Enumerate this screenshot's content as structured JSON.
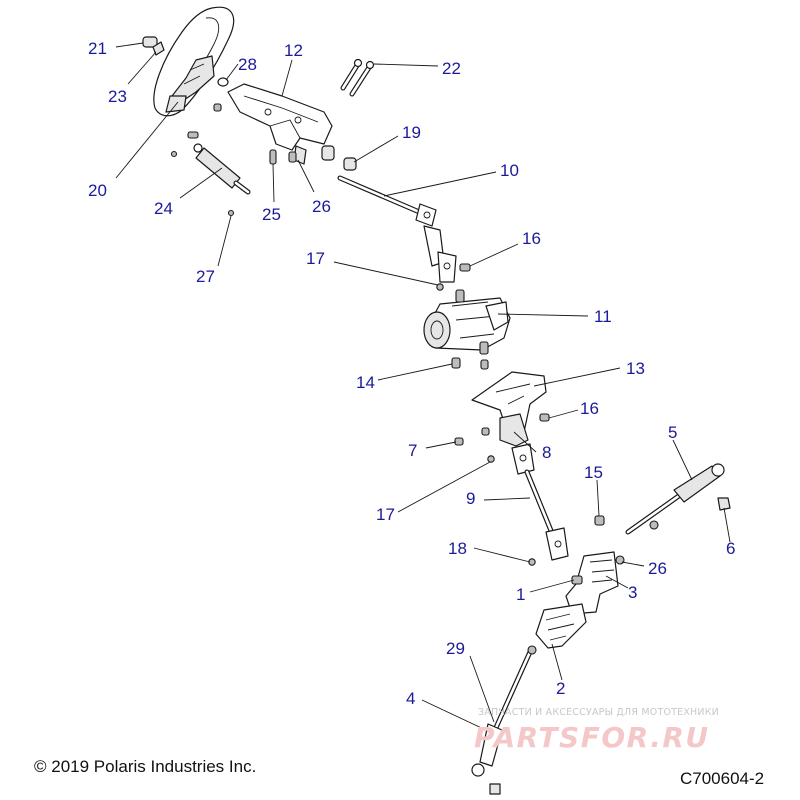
{
  "diagram": {
    "callouts": [
      {
        "id": "c21",
        "label": "21"
      },
      {
        "id": "c23",
        "label": "23"
      },
      {
        "id": "c20",
        "label": "20"
      },
      {
        "id": "c28",
        "label": "28"
      },
      {
        "id": "c12",
        "label": "12"
      },
      {
        "id": "c22",
        "label": "22"
      },
      {
        "id": "c19",
        "label": "19"
      },
      {
        "id": "c10",
        "label": "10"
      },
      {
        "id": "c24",
        "label": "24"
      },
      {
        "id": "c25",
        "label": "25"
      },
      {
        "id": "c26a",
        "label": "26"
      },
      {
        "id": "c16a",
        "label": "16"
      },
      {
        "id": "c17a",
        "label": "17"
      },
      {
        "id": "c27",
        "label": "27"
      },
      {
        "id": "c11",
        "label": "11"
      },
      {
        "id": "c14",
        "label": "14"
      },
      {
        "id": "c13",
        "label": "13"
      },
      {
        "id": "c16b",
        "label": "16"
      },
      {
        "id": "c7",
        "label": "7"
      },
      {
        "id": "c8",
        "label": "8"
      },
      {
        "id": "c5",
        "label": "5"
      },
      {
        "id": "c15",
        "label": "15"
      },
      {
        "id": "c17b",
        "label": "17"
      },
      {
        "id": "c9",
        "label": "9"
      },
      {
        "id": "c6",
        "label": "6"
      },
      {
        "id": "c18",
        "label": "18"
      },
      {
        "id": "c26b",
        "label": "26"
      },
      {
        "id": "c1",
        "label": "1"
      },
      {
        "id": "c3",
        "label": "3"
      },
      {
        "id": "c29",
        "label": "29"
      },
      {
        "id": "c2",
        "label": "2"
      },
      {
        "id": "c4",
        "label": "4"
      }
    ]
  },
  "footer": {
    "copyright": "© 2019 Polaris Industries Inc.",
    "drawing_number": "C700604-2"
  },
  "watermark": {
    "caption": "ЗАПЧАСТИ И АКСЕССУАРЫ ДЛЯ МОТОТЕХНИКИ",
    "logo_text": "PARTSFOR.RU"
  }
}
